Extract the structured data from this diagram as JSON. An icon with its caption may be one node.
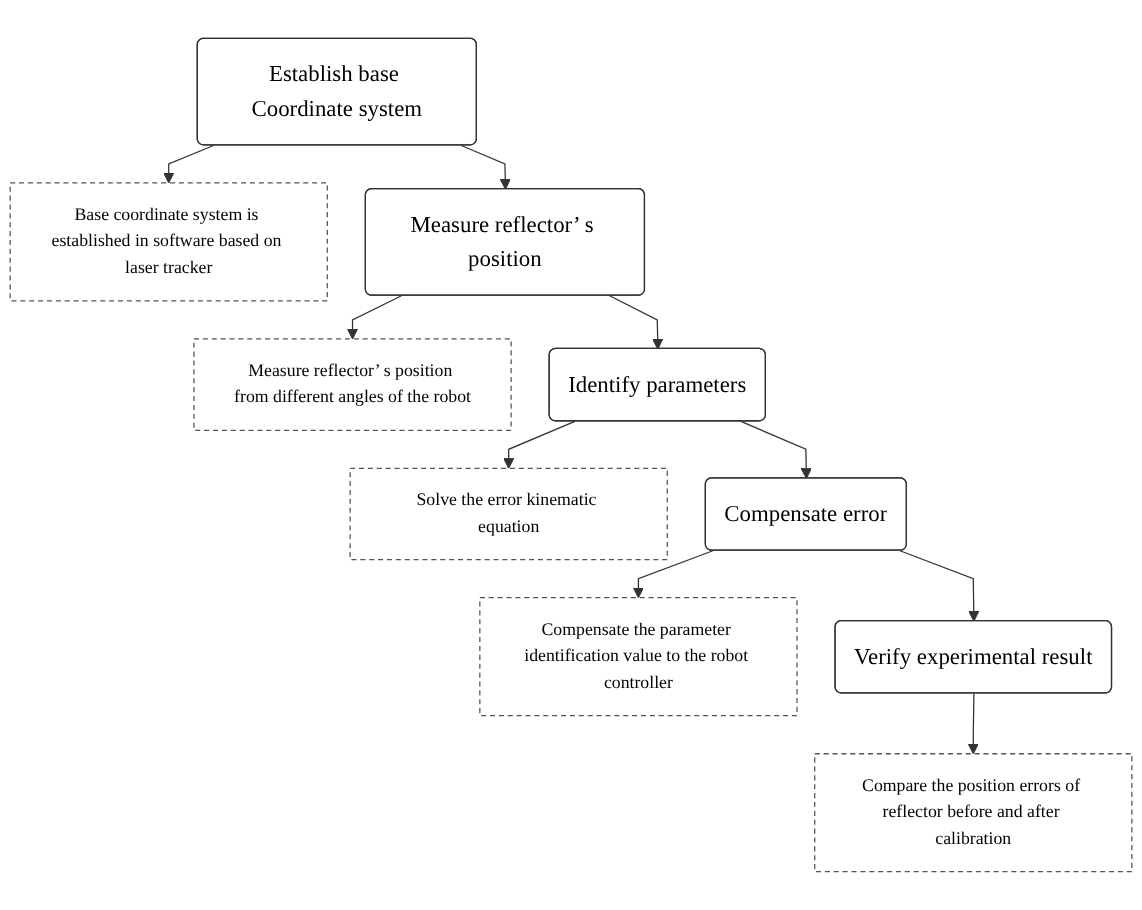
{
  "diagram": {
    "nodes": [
      {
        "text": [
          "Establish base Coordinate system"
        ]
      },
      {
        "text": [
          "Base coordinate system is established in software based on laser tracker"
        ]
      },
      {
        "text": [
          "Measure reflector’ s position"
        ]
      },
      {
        "text": [
          "Measure reflector’ s position from different angles of the robot"
        ]
      },
      {
        "text": [
          "Identify parameters"
        ]
      },
      {
        "text": [
          "Solve the error kinematic equation"
        ]
      },
      {
        "text": [
          "Compensate error"
        ]
      },
      {
        "text": [
          "Compensate the parameter identification value to the robot controller"
        ]
      },
      {
        "text": [
          "Verify experimental result"
        ]
      },
      {
        "text": [
          "Compare the position errors of reflector before and after calibration"
        ]
      }
    ],
    "edges": [
      {
        "from": 0,
        "to": 1,
        "arrow": "to"
      },
      {
        "from": 0,
        "to": 2,
        "arrow": "to"
      },
      {
        "from": 2,
        "to": 3,
        "arrow": "to"
      },
      {
        "from": 2,
        "to": 4,
        "arrow": "to"
      },
      {
        "from": 4,
        "to": 5,
        "arrow": "to"
      },
      {
        "from": 4,
        "to": 6,
        "arrow": "to"
      },
      {
        "from": 6,
        "to": 7,
        "arrow": "to"
      },
      {
        "from": 6,
        "to": 8,
        "arrow": "to"
      },
      {
        "from": 8,
        "to": 9,
        "arrow": "to"
      }
    ]
  }
}
